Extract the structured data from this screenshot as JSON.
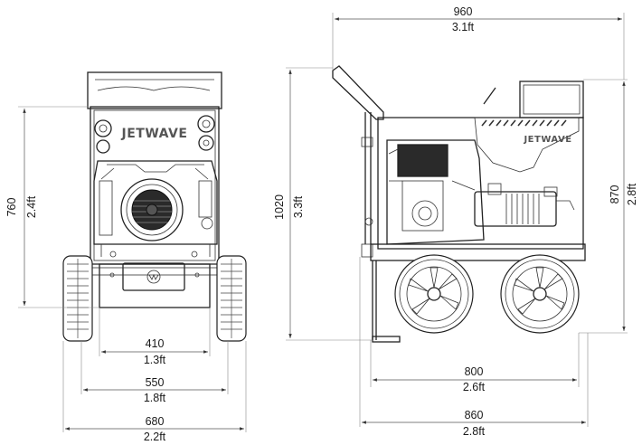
{
  "diagram": {
    "brand_front": "JETWAVE",
    "brand_side": "JETWAVE",
    "dimensions": {
      "total_length": {
        "mm": "960",
        "ft": "3.1ft"
      },
      "front_height": {
        "mm": "760",
        "ft": "2.4ft"
      },
      "side_total_height": {
        "mm": "1020",
        "ft": "3.3ft"
      },
      "side_body_height": {
        "mm": "870",
        "ft": "2.8ft"
      },
      "front_inner_width": {
        "mm": "410",
        "ft": "1.3ft"
      },
      "front_body_width": {
        "mm": "550",
        "ft": "1.8ft"
      },
      "front_total_width": {
        "mm": "680",
        "ft": "2.2ft"
      },
      "side_wheelbase": {
        "mm": "800",
        "ft": "2.6ft"
      },
      "side_base_length": {
        "mm": "860",
        "ft": "2.8ft"
      }
    }
  }
}
